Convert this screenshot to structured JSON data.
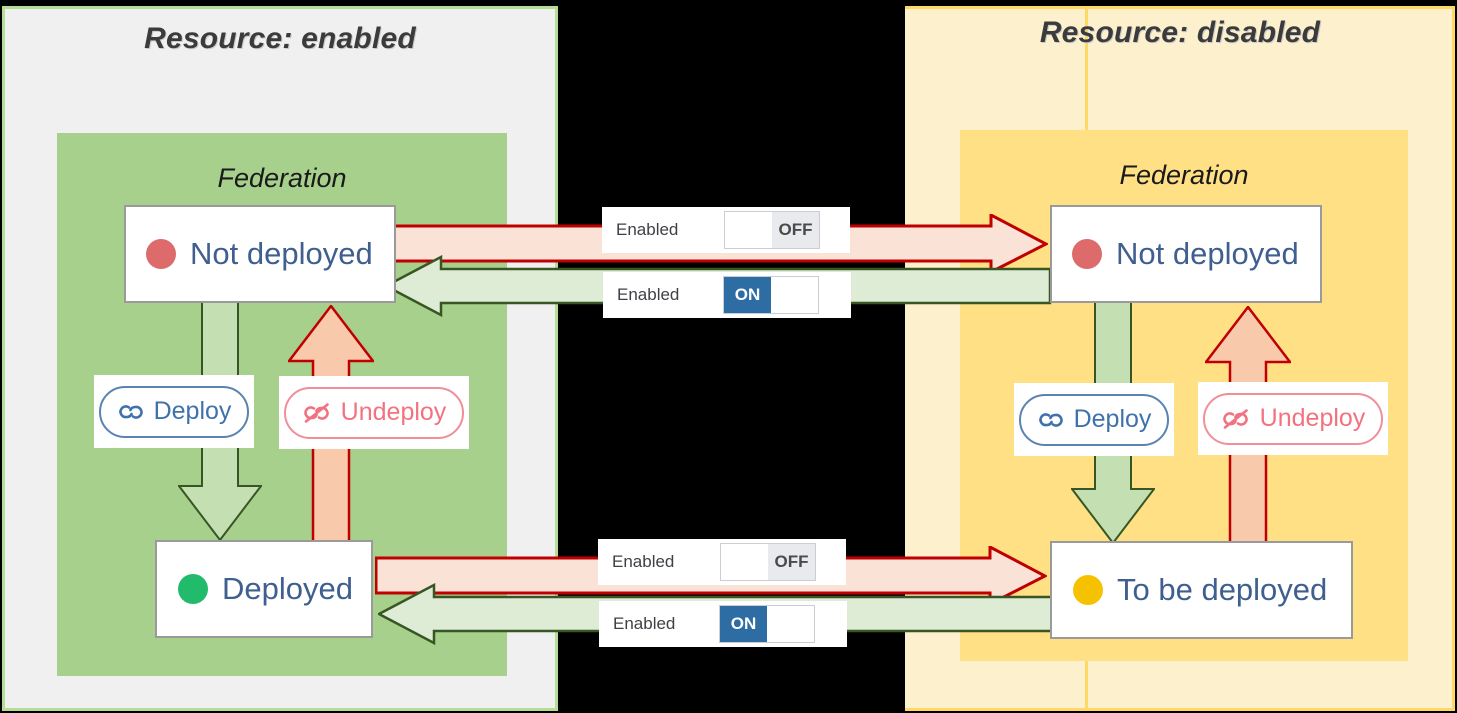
{
  "diagram": {
    "title_left": "Resource: enabled",
    "title_right": "Resource: disabled",
    "federation_label": "Federation"
  },
  "left_panel": {
    "title": "Resource: enabled",
    "federation": "Federation",
    "states": [
      {
        "label": "Not deployed",
        "dot_color": "#dd6b6b",
        "dot_name": "red-status-dot"
      },
      {
        "label": "Deployed",
        "dot_color": "#22bb6b",
        "dot_name": "green-status-dot"
      }
    ],
    "actions": [
      {
        "label": "Deploy",
        "icon": "link-icon",
        "color": "#3f72ab"
      },
      {
        "label": "Undeploy",
        "icon": "broken-link-icon",
        "color": "#f2737f"
      }
    ]
  },
  "right_panel": {
    "title": "Resource: disabled",
    "federation": "Federation",
    "states": [
      {
        "label": "Not deployed",
        "dot_color": "#dd6b6b",
        "dot_name": "red-status-dot"
      },
      {
        "label": "To be deployed",
        "dot_color": "#f5c100",
        "dot_name": "yellow-status-dot"
      }
    ],
    "actions": [
      {
        "label": "Deploy",
        "icon": "link-icon",
        "color": "#3f72ab"
      },
      {
        "label": "Undeploy",
        "icon": "broken-link-icon",
        "color": "#f2737f"
      }
    ]
  },
  "toggles": [
    {
      "label": "Enabled",
      "state": "OFF",
      "on_text": "ON",
      "off_text": "OFF"
    },
    {
      "label": "Enabled",
      "state": "ON",
      "on_text": "ON",
      "off_text": "OFF"
    },
    {
      "label": "Enabled",
      "state": "OFF",
      "on_text": "ON",
      "off_text": "OFF"
    },
    {
      "label": "Enabled",
      "state": "ON",
      "on_text": "ON",
      "off_text": "OFF"
    }
  ],
  "colors": {
    "panel_enabled_bg": "#f0f0f0",
    "panel_enabled_border": "#b5dd94",
    "panel_disabled_bg": "#fdf0cd",
    "panel_disabled_border": "#ffd966",
    "federation_left_bg": "#a8d08d",
    "federation_right_bg": "#ffe085",
    "arrow_red_fill": "#f8d9cb",
    "arrow_red_border": "#c00000",
    "arrow_green_fill": "#dfecd5",
    "arrow_green_border": "#375623",
    "switch_on_bg": "#2e6ca4",
    "switch_off_bg": "#e8eaee",
    "background": "#000000"
  }
}
